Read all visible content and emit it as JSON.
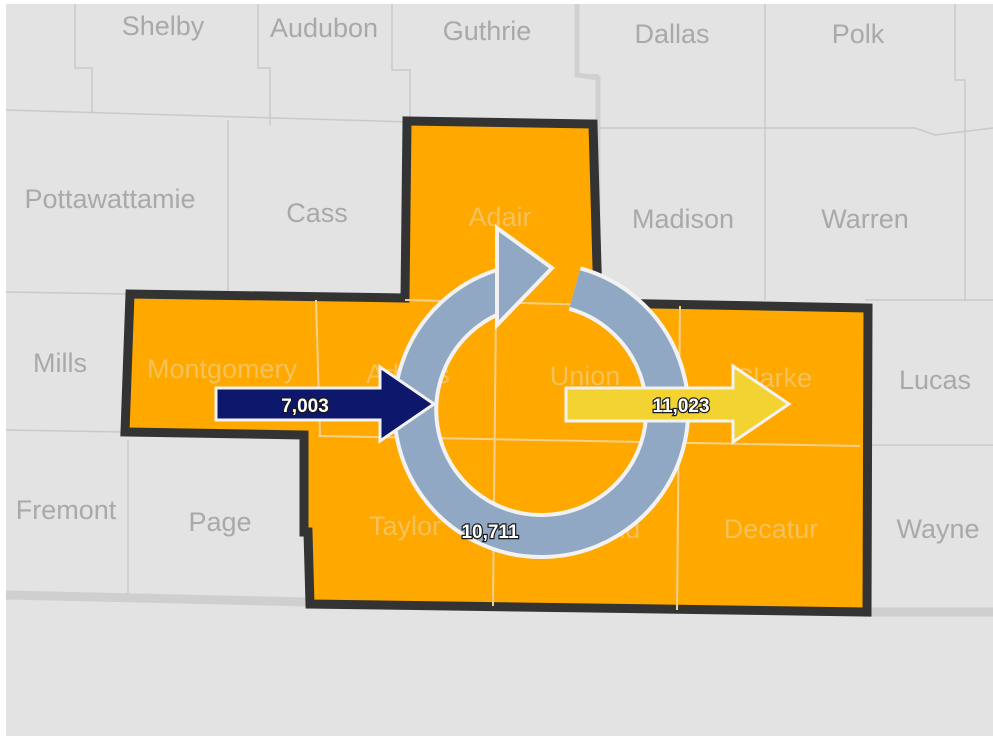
{
  "map": {
    "colors": {
      "background": "#e3e3e3",
      "county_line": "#c9c9c9",
      "region_fill": "#ffa800",
      "region_border": "#333333",
      "inflow": "#0d176b",
      "outflow": "#f3d331",
      "within": "#90a8c3"
    },
    "counties": [
      {
        "name": "Shelby"
      },
      {
        "name": "Audubon"
      },
      {
        "name": "Guthrie"
      },
      {
        "name": "Dallas"
      },
      {
        "name": "Polk"
      },
      {
        "name": "Pottawattamie"
      },
      {
        "name": "Cass"
      },
      {
        "name": "Adair",
        "highlighted": true
      },
      {
        "name": "Madison"
      },
      {
        "name": "Warren"
      },
      {
        "name": "Mills"
      },
      {
        "name": "Montgomery",
        "highlighted": true
      },
      {
        "name": "Adams",
        "highlighted": true
      },
      {
        "name": "Union",
        "highlighted": true
      },
      {
        "name": "Clarke",
        "highlighted": true
      },
      {
        "name": "Lucas"
      },
      {
        "name": "Fremont"
      },
      {
        "name": "Page"
      },
      {
        "name": "Taylor",
        "highlighted": true
      },
      {
        "name": "Ringgold",
        "highlighted": true
      },
      {
        "name": "Decatur",
        "highlighted": true
      },
      {
        "name": "Wayne"
      }
    ],
    "flows": {
      "inflow": {
        "value": "7,003",
        "icon": "arrow-right-icon"
      },
      "outflow": {
        "value": "11,023",
        "icon": "arrow-right-icon"
      },
      "within": {
        "value": "10,711",
        "icon": "circular-arrow-icon"
      }
    }
  }
}
